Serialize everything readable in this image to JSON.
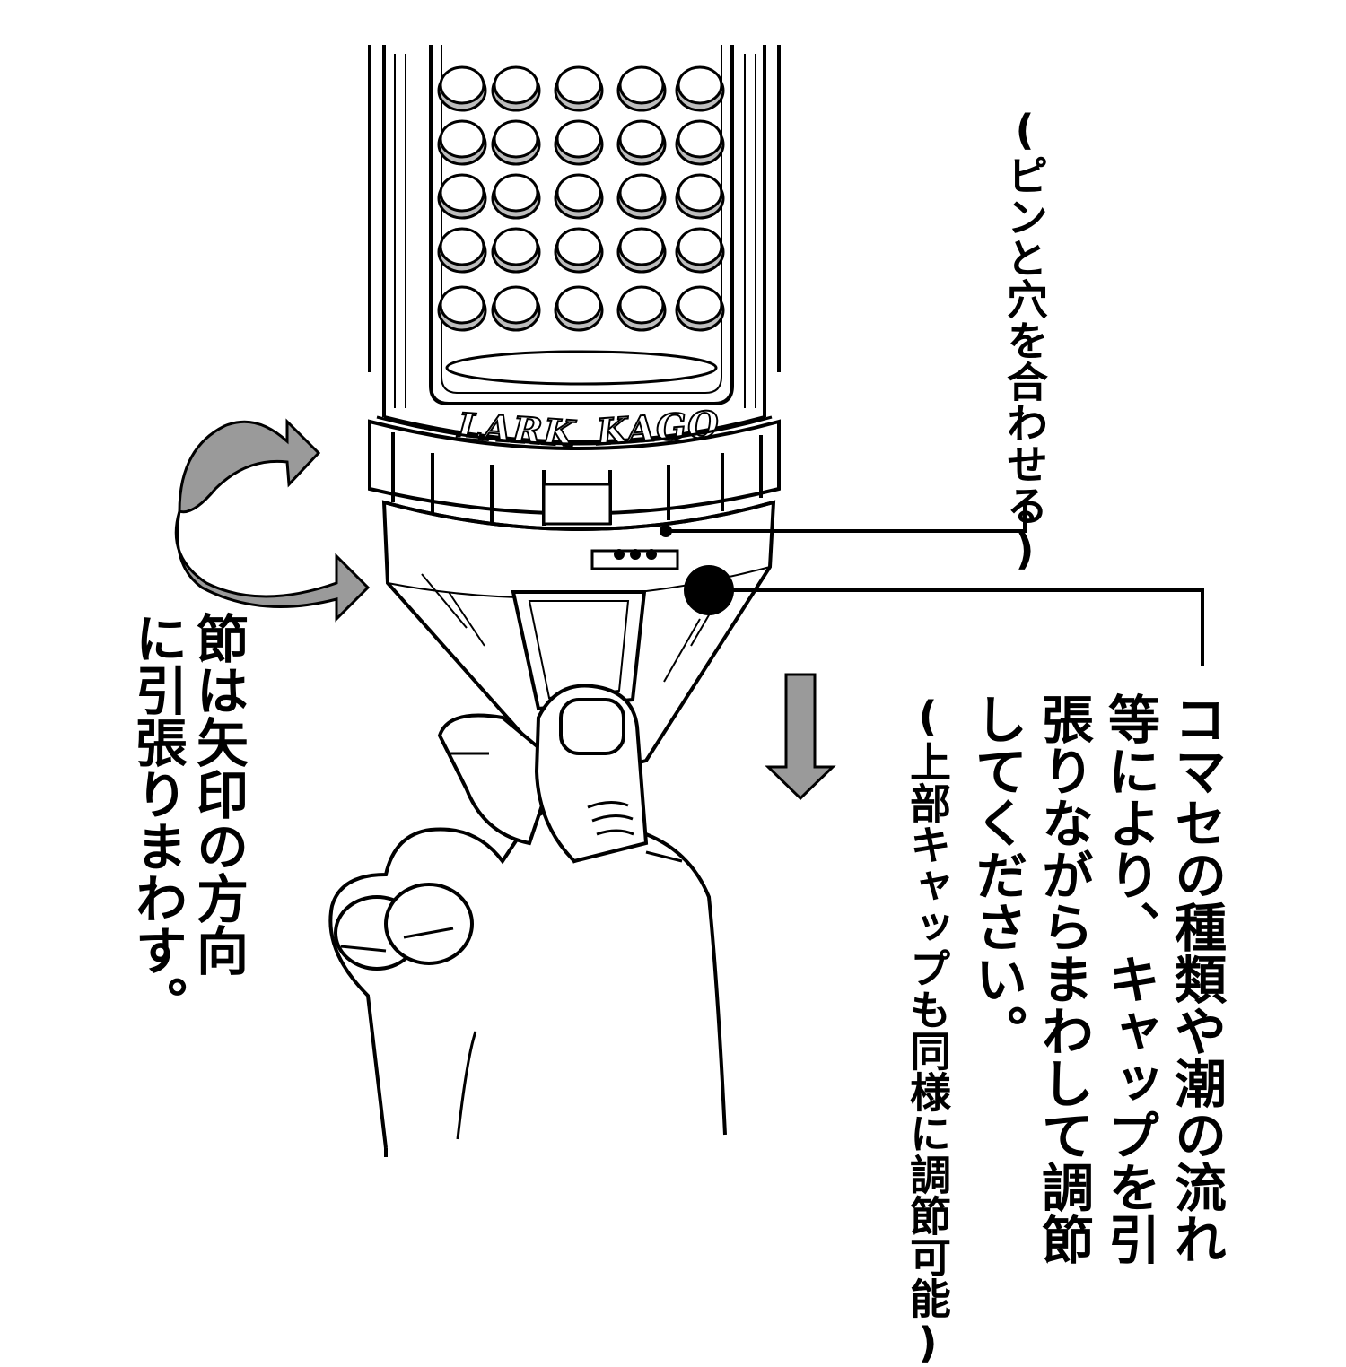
{
  "illustration": {
    "brand_left": "LARK",
    "brand_right": "KAGO",
    "colors": {
      "line": "#000000",
      "arrow_fill": "#9a9a9a",
      "dot_fill": "#bdbdbd",
      "background": "#ffffff"
    },
    "icons": [
      "rotate-arrow-icon",
      "pull-down-arrow-icon",
      "hand-icon",
      "leader-dot-icon"
    ]
  },
  "annotations": {
    "pin_note": "(ピンと穴を合わせる)",
    "rotate_note_lines": [
      "節は矢印の方向",
      "に引張りまわす。"
    ],
    "adjust_note_lines": [
      "コマセの種類や潮の流れ",
      "等により、キャップを引",
      "張りながらまわして調節",
      "してください。"
    ],
    "adjust_subnote": "(上部キャップも同様に調節可能)"
  }
}
